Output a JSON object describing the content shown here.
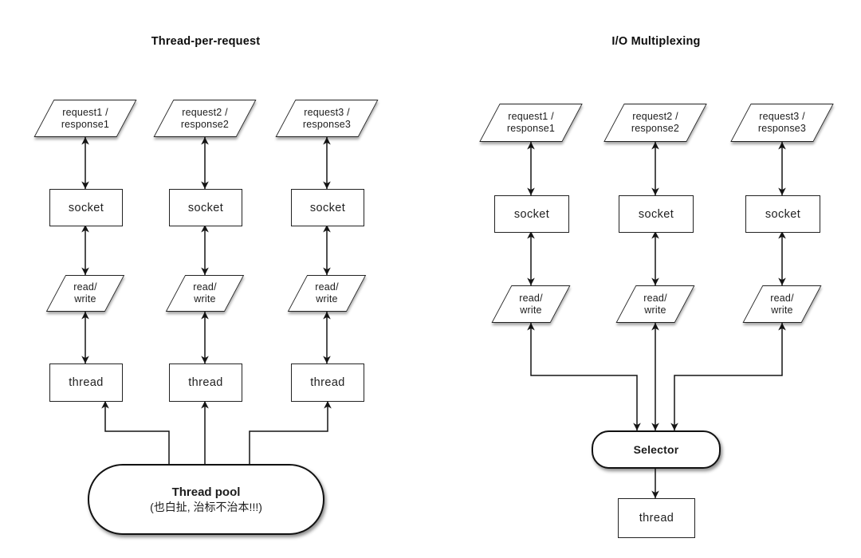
{
  "colors": {
    "stroke": "#141414",
    "shape_fill": "#ffffff",
    "background": "#ffffff"
  },
  "left_diagram": {
    "title": "Thread-per-request",
    "columns": [
      {
        "request_label": [
          "request1 /",
          "response1"
        ],
        "socket_label": "socket",
        "read_write_label": [
          "read/",
          "write"
        ],
        "thread_label": "thread"
      },
      {
        "request_label": [
          "request2 /",
          "response2"
        ],
        "socket_label": "socket",
        "read_write_label": [
          "read/",
          "write"
        ],
        "thread_label": "thread"
      },
      {
        "request_label": [
          "request3 /",
          "response3"
        ],
        "socket_label": "socket",
        "read_write_label": [
          "read/",
          "write"
        ],
        "thread_label": "thread"
      }
    ],
    "thread_pool": {
      "title": "Thread pool",
      "note": "(也白扯, 治标不治本!!!)"
    }
  },
  "right_diagram": {
    "title": "I/O Multiplexing",
    "columns": [
      {
        "request_label": [
          "request1 /",
          "response1"
        ],
        "socket_label": "socket",
        "read_write_label": [
          "read/",
          "write"
        ]
      },
      {
        "request_label": [
          "request2 /",
          "response2"
        ],
        "socket_label": "socket",
        "read_write_label": [
          "read/",
          "write"
        ]
      },
      {
        "request_label": [
          "request3 /",
          "response3"
        ],
        "socket_label": "socket",
        "read_write_label": [
          "read/",
          "write"
        ]
      }
    ],
    "selector_label": "Selector",
    "thread_label": "thread"
  }
}
